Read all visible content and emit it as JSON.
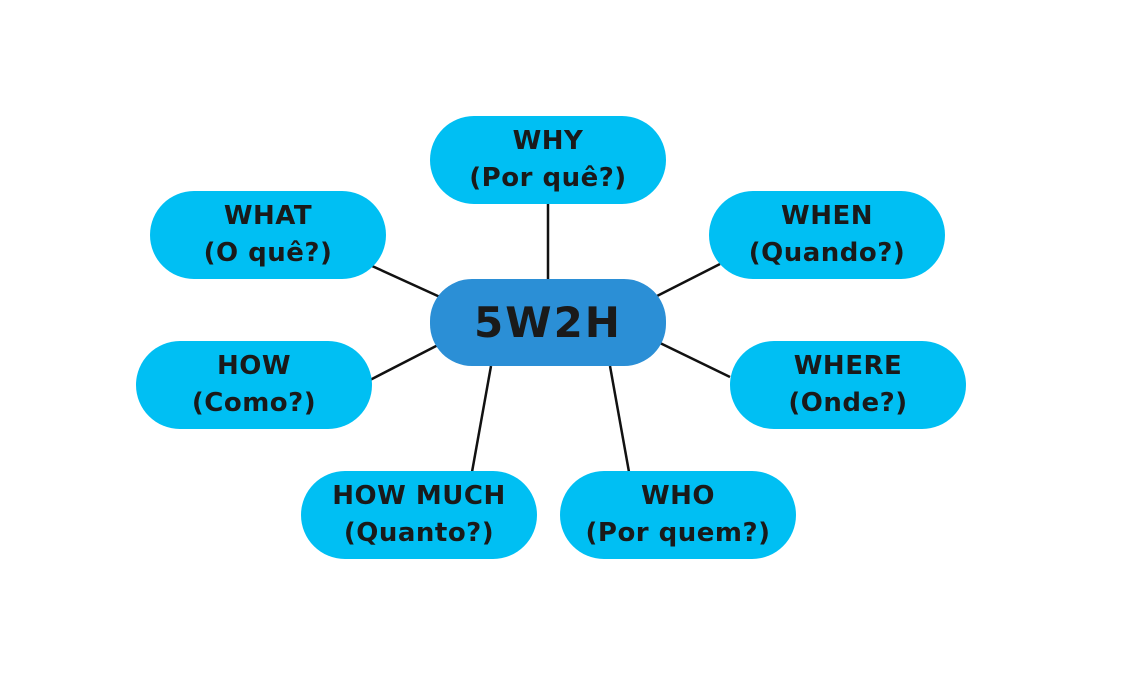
{
  "diagram": {
    "center": {
      "label": "5W2H"
    },
    "nodes": {
      "why": {
        "title": "WHY",
        "subtitle": "(Por quê?)"
      },
      "what": {
        "title": "WHAT",
        "subtitle": "(O quê?)"
      },
      "when": {
        "title": "WHEN",
        "subtitle": "(Quando?)"
      },
      "how": {
        "title": "HOW",
        "subtitle": "(Como?)"
      },
      "where": {
        "title": "WHERE",
        "subtitle": "(Onde?)"
      },
      "howmuch": {
        "title": "HOW MUCH",
        "subtitle": "(Quanto?)"
      },
      "who": {
        "title": "WHO",
        "subtitle": "(Por quem?)"
      }
    }
  },
  "colors": {
    "satellite_fill": "#00bff3",
    "center_fill": "#2b8fd6",
    "text": "#1a1a1a",
    "connector": "#111111",
    "background": "#ffffff"
  }
}
